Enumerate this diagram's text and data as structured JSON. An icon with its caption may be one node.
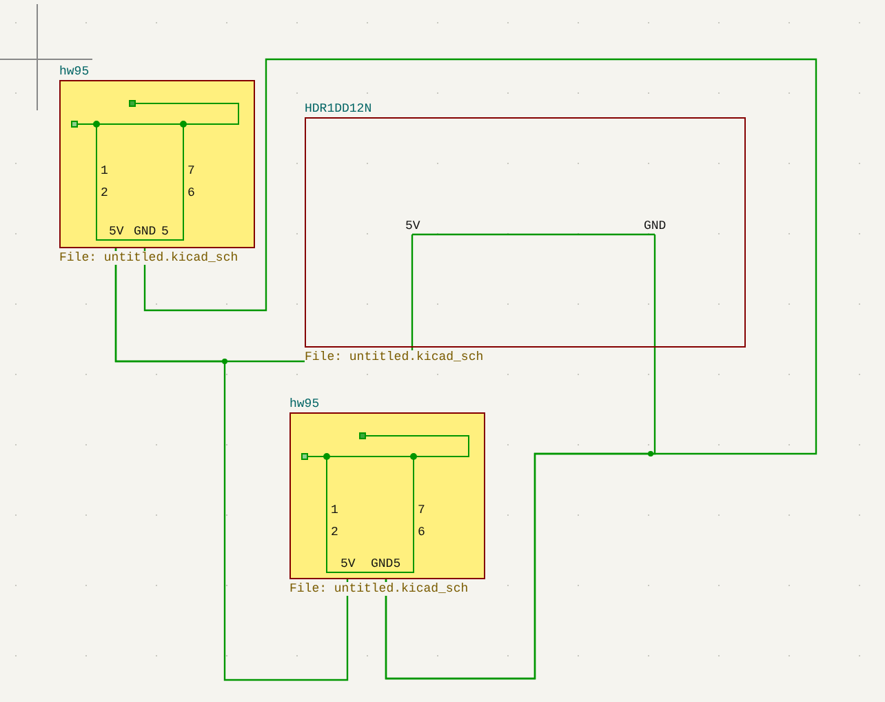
{
  "diagram": {
    "nodes": [
      {
        "text": [
          "hw95"
        ],
        "beside": [
          "File: untitled.kicad_sch"
        ]
      },
      {
        "text": [
          "5V"
        ],
        "in": 0
      },
      {
        "text": [
          "GND"
        ],
        "in": 0
      },
      {
        "text": [
          "5"
        ],
        "in": 0
      },
      {
        "text": [
          "HDR1DD12N"
        ],
        "beside": [
          "File: untitled.kicad_sch"
        ]
      },
      {
        "text": [
          "5V"
        ],
        "in": 4
      },
      {
        "text": [
          "GND"
        ],
        "in": 4
      },
      {
        "text": [
          "hw95"
        ],
        "beside": [
          "File: untitled.kicad_sch"
        ]
      },
      {
        "text": [
          "5V"
        ],
        "in": 7
      },
      {
        "text": [
          "GND5"
        ],
        "in": 7
      }
    ],
    "edges": [
      {
        "from": 1,
        "to": 5,
        "arrow": "none"
      },
      {
        "from": 5,
        "to": 6,
        "arrow": "none"
      },
      {
        "from": 1,
        "to": 8,
        "arrow": "none"
      },
      {
        "from": 2,
        "to": 9,
        "arrow": "none"
      },
      {
        "from": 6,
        "to": 9,
        "arrow": "none"
      }
    ],
    "labels": [
      "1",
      "2",
      "7",
      "6",
      "1",
      "2",
      "7",
      "6"
    ]
  }
}
